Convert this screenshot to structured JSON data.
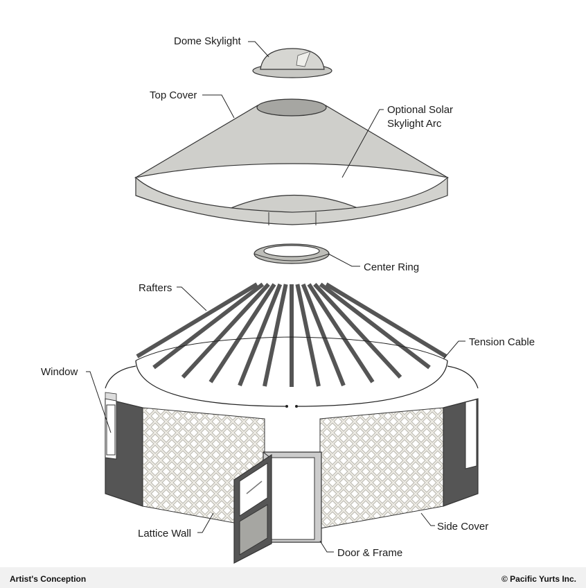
{
  "labels": {
    "dome_skylight": "Dome Skylight",
    "top_cover": "Top Cover",
    "solar_line1": "Optional Solar",
    "solar_line2": "Skylight Arc",
    "center_ring": "Center Ring",
    "rafters": "Rafters",
    "tension_cable": "Tension Cable",
    "window": "Window",
    "lattice_wall": "Lattice Wall",
    "door_frame": "Door & Frame",
    "side_cover": "Side Cover"
  },
  "footer": {
    "left": "Artist's Conception",
    "right": "© Pacific Yurts Inc."
  },
  "colors": {
    "cover_fill": "#cfcfcb",
    "ring_dark": "#a6a6a2",
    "rafter": "#555555",
    "side_dark": "#555555",
    "lattice": "#d8d6cc"
  }
}
